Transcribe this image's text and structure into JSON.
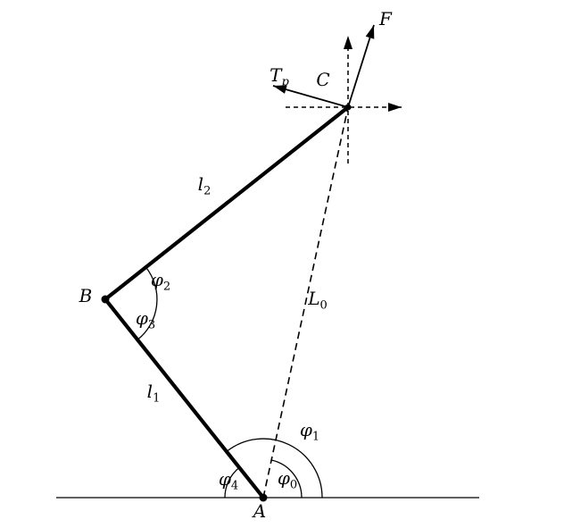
{
  "labels": {
    "F": {
      "base": "F"
    },
    "Tp": {
      "base": "T",
      "sub": "p"
    },
    "C": {
      "base": "C"
    },
    "B": {
      "base": "B"
    },
    "A": {
      "base": "A"
    },
    "l2": {
      "base": "l",
      "sub": "2"
    },
    "l1": {
      "base": "l",
      "sub": "1"
    },
    "L0": {
      "base": "L",
      "sub": "0"
    },
    "phi2": {
      "base": "φ",
      "sub": "2"
    },
    "phi3": {
      "base": "φ",
      "sub": "3"
    },
    "phi1": {
      "base": "φ",
      "sub": "1"
    },
    "phi0": {
      "base": "φ",
      "sub": "0"
    },
    "phi4": {
      "base": "φ",
      "sub": "4"
    }
  },
  "colors": {
    "ink": "#000000",
    "background": "#ffffff"
  }
}
